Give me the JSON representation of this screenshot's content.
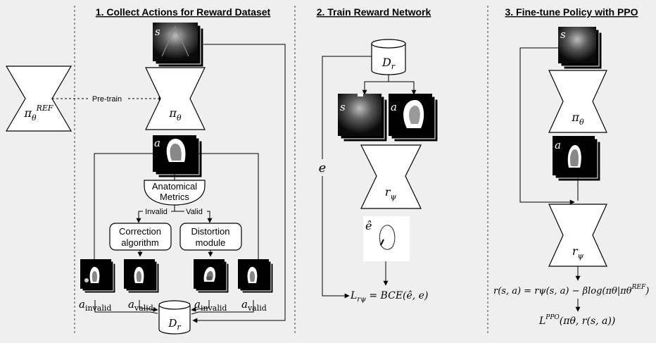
{
  "sections": {
    "collect_title": "1. Collect Actions for Reward Dataset",
    "train_title": "2. Train Reward Network",
    "finetune_title": "3. Fine-tune Policy with PPO"
  },
  "labels": {
    "s": "s",
    "a": "a",
    "e": "e",
    "e_hat": "ê",
    "pretrain": "Pre-train",
    "pi_ref_base": "π",
    "pi_ref_sub": "θ",
    "pi_ref_sup": "REF",
    "pi_theta_base": "π",
    "pi_theta_sub": "θ",
    "r_psi_base": "r",
    "r_psi_sub": "ψ",
    "d_r_base": "D",
    "d_r_sub": "r",
    "metrics_line1": "Anatomical",
    "metrics_line2": "Metrics",
    "invalid": "Invalid",
    "valid": "Valid",
    "correction_line1": "Correction",
    "correction_line2": "algorithm",
    "distortion_line1": "Distortion",
    "distortion_line2": "module",
    "a_invalid_base": "a",
    "a_invalid_sub": "invalid",
    "a_valid_base": "a",
    "a_valid_sub": "valid"
  },
  "equations": {
    "loss_base": "L",
    "loss_sub": "rψ",
    "loss_rhs": " = BCE(ê, e)",
    "reward": "r(s, a) = rψ(s, a) − βlog(πθ|πθ",
    "reward_sup": "REF",
    "reward_close": ")",
    "ppo_base": "L",
    "ppo_sup": "PPO",
    "ppo_rhs": "(πθ, r(s, a))"
  }
}
